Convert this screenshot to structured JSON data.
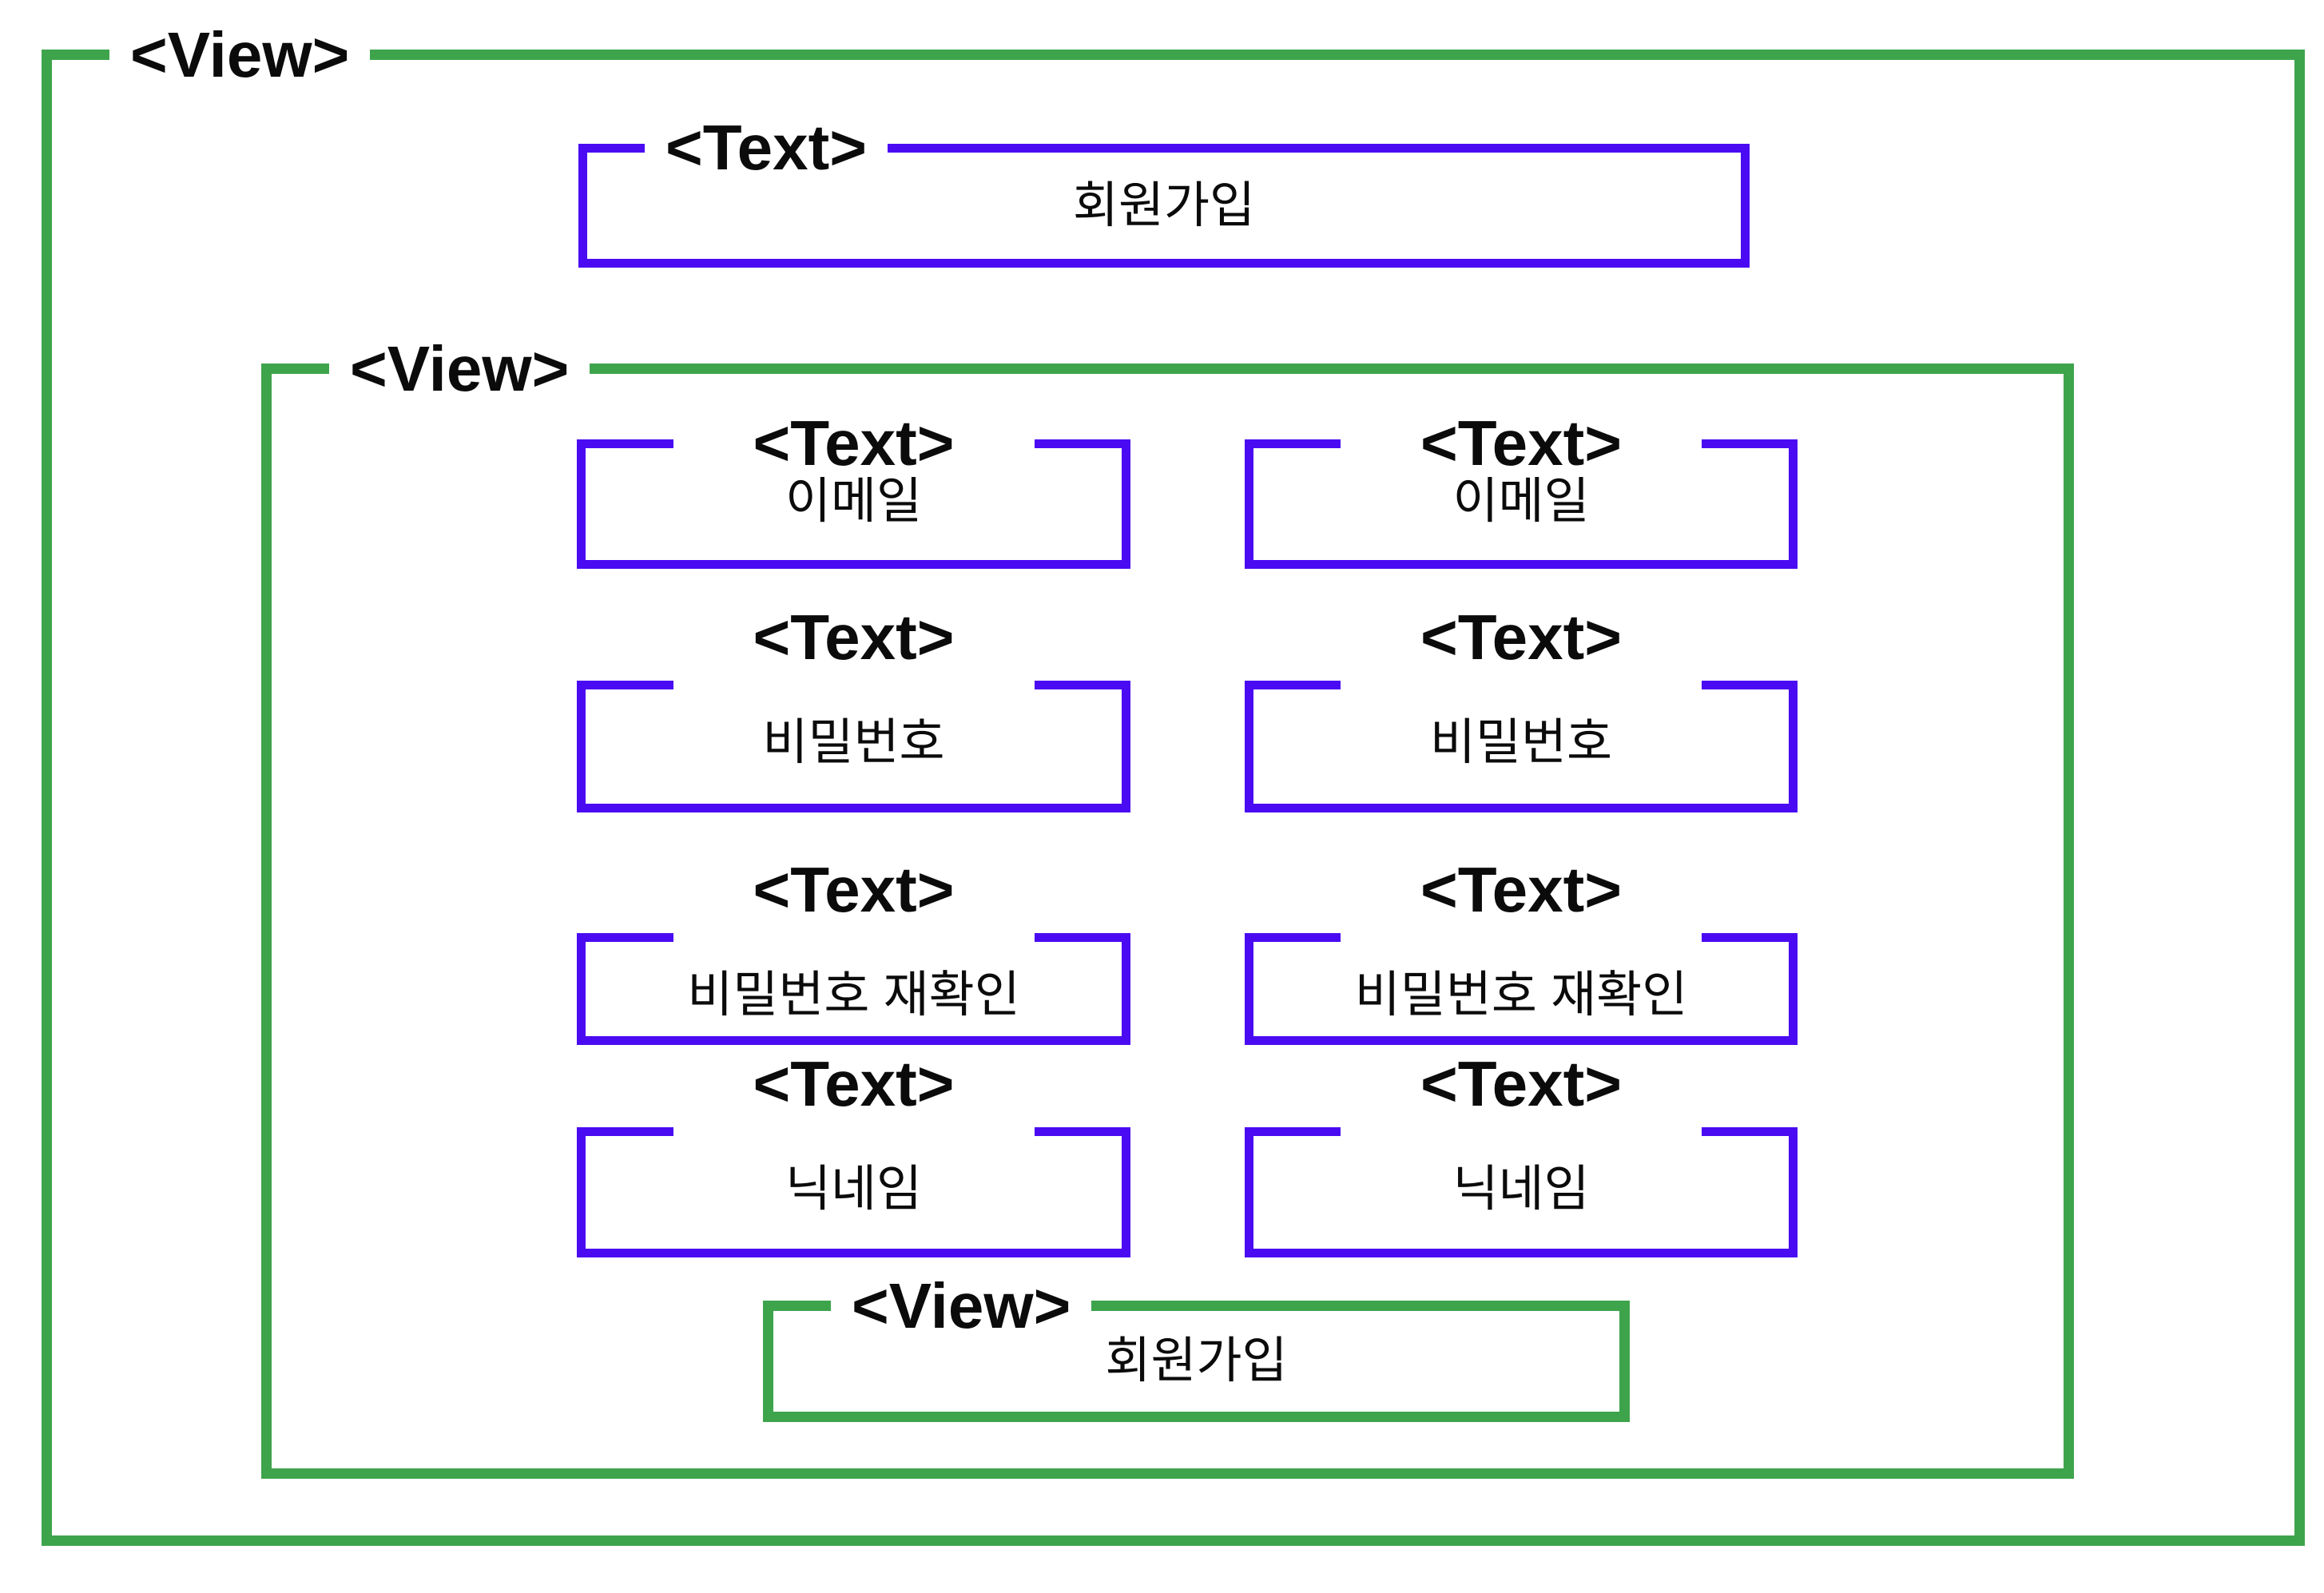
{
  "diagram": {
    "outer_view": {
      "tag": "<View>"
    },
    "title": {
      "tag": "<Text>",
      "content": "회원가입"
    },
    "inner_view": {
      "tag": "<View>"
    },
    "field_rows": [
      {
        "tag": "<Text>",
        "label": "이메일"
      },
      {
        "tag": "<Text>",
        "label": "비밀번호"
      },
      {
        "tag": "<Text>",
        "label": "비밀번호 재확인"
      },
      {
        "tag": "<Text>",
        "label": "닉네임"
      }
    ],
    "submit_view": {
      "tag": "<View>",
      "content": "회원가입"
    }
  },
  "colors": {
    "view_border": "#3EA44C",
    "text_border": "#4A0BF2",
    "label": "#0B0B0B",
    "content": "#0B0B0B",
    "background": "#FFFFFF"
  }
}
